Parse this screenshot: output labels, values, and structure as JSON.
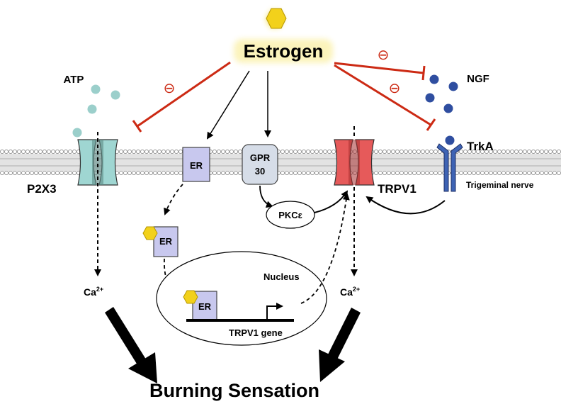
{
  "title": "Estrogen",
  "outcome": "Burning Sensation",
  "molecules": {
    "atp": "ATP",
    "ngf": "NGF"
  },
  "receptors": {
    "p2x3": "P2X3",
    "er": "ER",
    "gpr30_line1": "GPR",
    "gpr30_line2": "30",
    "trpv1": "TRPV1",
    "trka": "TrkA",
    "trigeminal": "Trigeminal nerve"
  },
  "signals": {
    "pkc": "PKCε",
    "ca_left": "Ca",
    "ca_right": "Ca",
    "ca_sup": "2+"
  },
  "nucleus": {
    "label": "Nucleus",
    "er": "ER",
    "er_moving": "ER",
    "gene": "TRPV1 gene"
  },
  "inhibit_symbol": "⊖",
  "colors": {
    "estrogen": "#f2d11b",
    "atp": "#9bcfcb",
    "p2x3": "#9fd6d2",
    "ngf": "#2f4ea0",
    "trka": "#3e63b4",
    "trpv1": "#e65a5a",
    "er": "#c8c8ee",
    "gpr30": "#d6dde8",
    "inhibit": "#cc2a14",
    "membrane": "#bdbdbd"
  }
}
